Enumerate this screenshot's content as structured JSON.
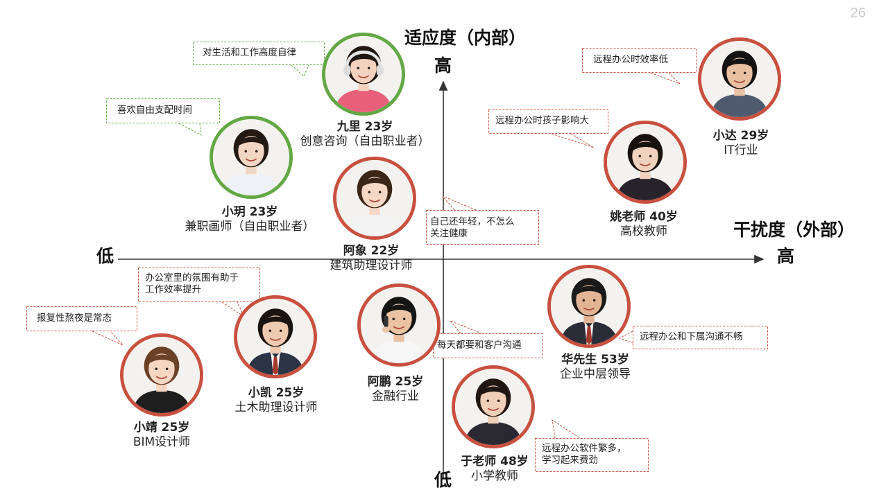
{
  "page_number": "26",
  "axes": {
    "y_title": "适应度（内部）",
    "y_high": "高",
    "y_low": "低",
    "x_title": "干扰度（外部）",
    "x_high": "高",
    "x_low": "低"
  },
  "colors": {
    "frame_red": "#c9503f",
    "frame_green": "#62a844",
    "bubble_red_dash": "#c9503f",
    "bubble_green_dash": "#62a844",
    "axis": "#333333"
  },
  "people": [
    {
      "id": "jiuli",
      "name": "九里 23岁",
      "role": "创意咨询（自由职业者）",
      "frame": "green",
      "icon": "woman-headphones-portrait"
    },
    {
      "id": "xiaoyue",
      "name": "小玥 23岁",
      "role": "兼职画师（自由职业者）",
      "frame": "green",
      "icon": "woman-smiling-portrait"
    },
    {
      "id": "axiang",
      "name": "阿象 22岁",
      "role": "建筑助理设计师",
      "frame": "red",
      "icon": "woman-portrait"
    },
    {
      "id": "xiaoda",
      "name": "小达 29岁",
      "role": "IT行业",
      "frame": "red",
      "icon": "man-portrait"
    },
    {
      "id": "yao",
      "name": "姚老师 40岁",
      "role": "高校教师",
      "frame": "red",
      "icon": "woman-professional-portrait"
    },
    {
      "id": "xiaokai",
      "name": "小凯 25岁",
      "role": "土木助理设计师",
      "frame": "red",
      "icon": "man-suit-portrait"
    },
    {
      "id": "xiaojing",
      "name": "小靖 25岁",
      "role": "BIM设计师",
      "frame": "red",
      "icon": "woman-long-hair-portrait"
    },
    {
      "id": "apeng",
      "name": "阿鹏 25岁",
      "role": "金融行业",
      "frame": "red",
      "icon": "man-phone-portrait"
    },
    {
      "id": "hua",
      "name": "华先生 53岁",
      "role": "企业中层领导",
      "frame": "red",
      "icon": "senior-man-portrait"
    },
    {
      "id": "yu",
      "name": "于老师 48岁",
      "role": "小学教师",
      "frame": "red",
      "icon": "woman-teacher-portrait"
    }
  ],
  "bubbles": [
    {
      "id": "b-jiuli",
      "lines": [
        "对生活和工作高度自律"
      ],
      "style": "green"
    },
    {
      "id": "b-xiaoyue",
      "lines": [
        "喜欢自由支配时间"
      ],
      "style": "green"
    },
    {
      "id": "b-axiang",
      "lines": [
        "自己还年轻，不怎么",
        "关注健康"
      ],
      "style": "red"
    },
    {
      "id": "b-xiaoda",
      "lines": [
        "远程办公时效率低"
      ],
      "style": "red"
    },
    {
      "id": "b-yao",
      "lines": [
        "远程办公时孩子影响大"
      ],
      "style": "red"
    },
    {
      "id": "b-xiaokai",
      "lines": [
        "办公室里的氛围有助于",
        "工作效率提升"
      ],
      "style": "red"
    },
    {
      "id": "b-xiaojing",
      "lines": [
        "报复性熬夜是常态"
      ],
      "style": "red"
    },
    {
      "id": "b-apeng",
      "lines": [
        "每天都要和客户沟通"
      ],
      "style": "red"
    },
    {
      "id": "b-hua",
      "lines": [
        "远程办公和下属沟通不畅"
      ],
      "style": "red"
    },
    {
      "id": "b-yu",
      "lines": [
        "远程办公软件繁多，",
        "学习起来费劲"
      ],
      "style": "red"
    }
  ]
}
